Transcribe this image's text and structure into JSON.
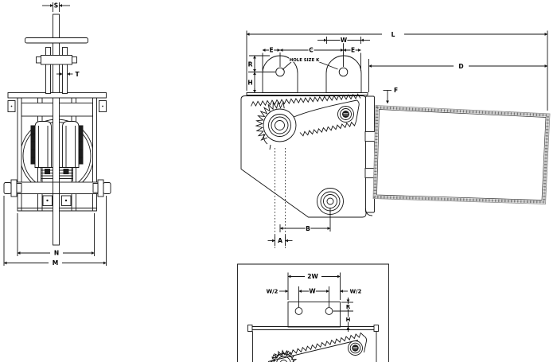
{
  "drawing": {
    "front_view": {
      "s": "S",
      "t": "T",
      "n": "N",
      "m": "M"
    },
    "side_view": {
      "l": "L",
      "d": "D",
      "e_left": "E",
      "c": "C",
      "w": "W",
      "e_right": "E",
      "hole_size": "HOLE SIZE K",
      "r": "R",
      "h": "H",
      "f": "F",
      "a": "A",
      "b": "B"
    },
    "mount_view": {
      "two_w": "2W",
      "w_half_left": "W/2",
      "w": "W",
      "w_half_right": "W/2",
      "r": "R",
      "h": "H"
    },
    "colors": {
      "line": "#151515",
      "background": "#ffffff",
      "handle_band": "#c8c8c8"
    }
  }
}
